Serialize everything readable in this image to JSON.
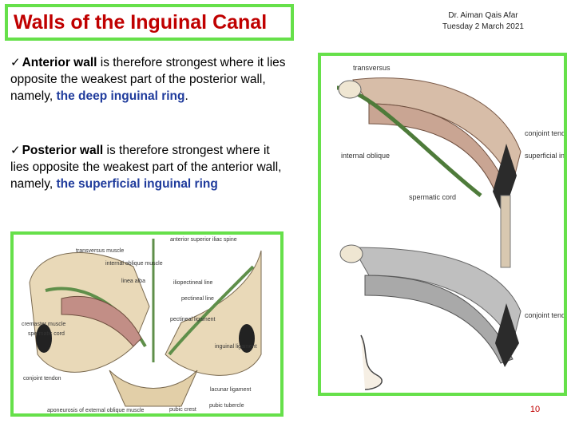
{
  "title": "Walls of the Inguinal Canal",
  "author": {
    "name": "Dr. Aiman Qais Afar",
    "date": "Tuesday 2 March 2021"
  },
  "bullets": [
    {
      "check": "✓",
      "bold": "Anterior wall",
      "text": " is therefore strongest where it lies opposite the weakest part of the posterior wall, namely, ",
      "highlight": "the deep inguinal ring",
      "end": "."
    },
    {
      "check": "✓",
      "bold": "Posterior wall",
      "text": " is therefore strongest where it lies opposite the weakest part of the anterior wall, namely, ",
      "highlight": "the superficial inguinal ring",
      "end": ""
    }
  ],
  "right_figure": {
    "labels": {
      "transversus": "transversus",
      "conjoint_tendon": "conjoint tendon",
      "superficial_inguinal_ring": "superficial inguinal ring",
      "internal_oblique": "internal oblique",
      "spermatic_cord": "spermatic cord",
      "conjoint_tendon_2": "conjoint tendon"
    }
  },
  "left_figure": {
    "labels": {
      "anterior_superior_iliac_spine": "anterior superior iliac spine",
      "transversus_muscle": "transversus muscle",
      "internal_oblique_muscle": "internal oblique muscle",
      "linea_alba": "linea alba",
      "iliopectineal_line": "iliopectineal line",
      "pectineal_line": "pectineal line",
      "cremaster_muscle": "cremaster muscle",
      "spermatic_cord": "spermatic cord",
      "pectineal_ligament": "pectineal ligament",
      "conjoint_tendon": "conjoint tendon",
      "inguinal_ligament": "inguinal ligament",
      "lacunar_ligament": "lacunar ligament",
      "pubic_tubercle": "pubic tubercle",
      "pubic_crest": "pubic crest",
      "aponeurosis": "aponeurosis of external oblique muscle"
    }
  },
  "page_number": "10"
}
